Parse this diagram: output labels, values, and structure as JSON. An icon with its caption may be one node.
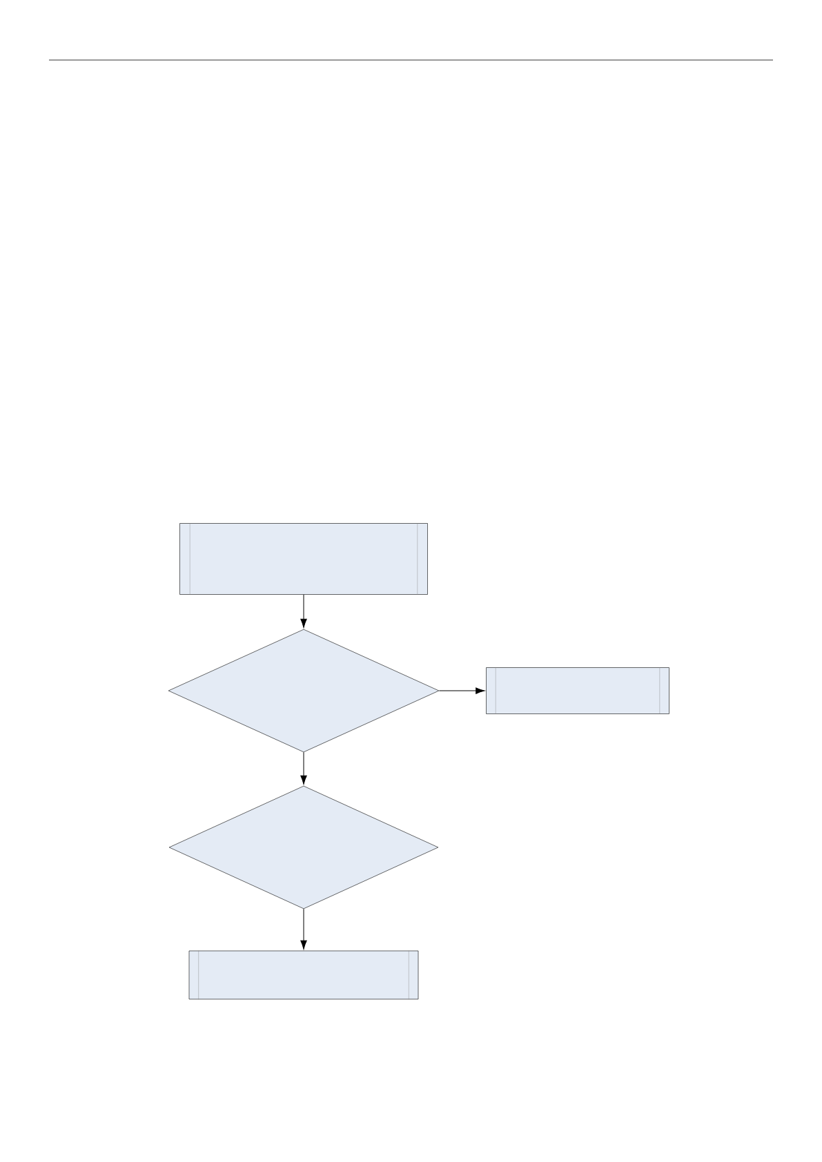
{
  "diagram": {
    "nodes": [
      {
        "text": [],
        "shape": "box"
      },
      {
        "text": [],
        "shape": "diamond"
      },
      {
        "text": [],
        "shape": "box"
      },
      {
        "text": [],
        "shape": "diamond"
      },
      {
        "text": [],
        "shape": "box"
      }
    ],
    "edges": [
      {
        "from": 0,
        "to": 1,
        "arrow": "to"
      },
      {
        "from": 1,
        "to": 2,
        "arrow": "to"
      },
      {
        "from": 1,
        "to": 3,
        "arrow": "to"
      },
      {
        "from": 3,
        "to": 4,
        "arrow": "to"
      }
    ]
  }
}
